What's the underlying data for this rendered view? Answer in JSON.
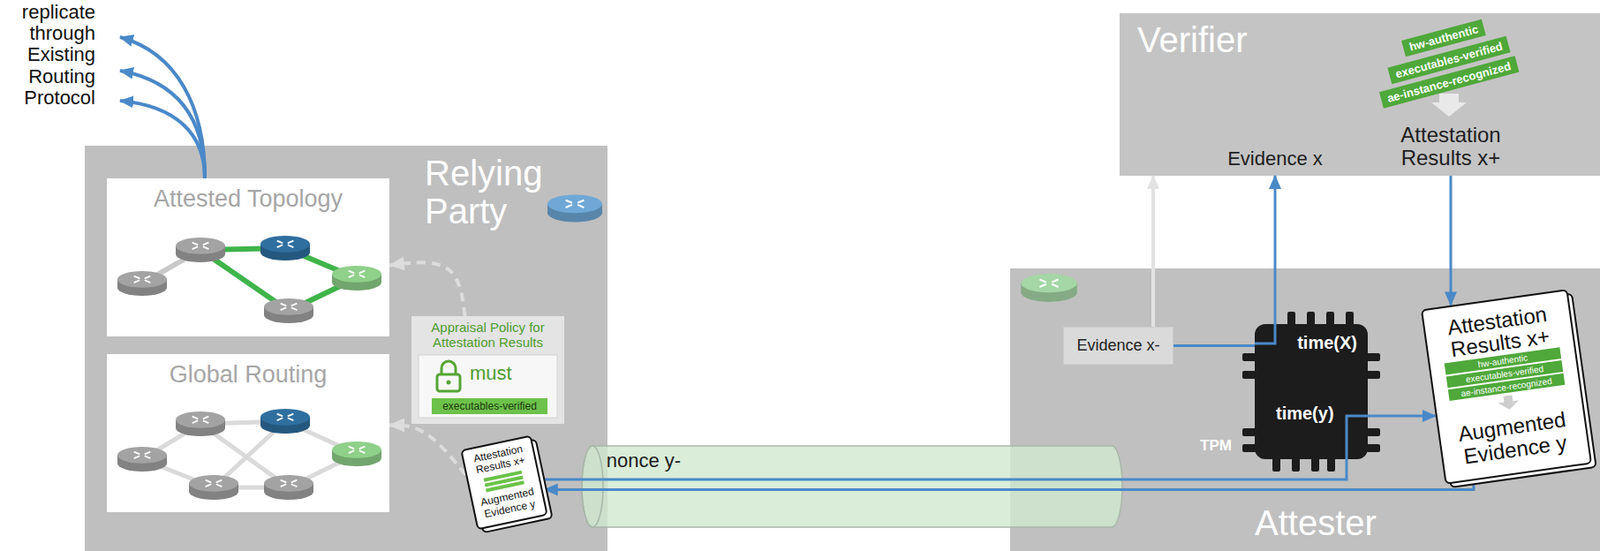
{
  "diagram": {
    "nodes": [
      {
        "text": [
          "Relying Party"
        ]
      },
      {
        "text": [
          "Attested Topology"
        ],
        "in": 0
      },
      {
        "text": [
          "Global Routing"
        ],
        "in": 0
      },
      {
        "text": [
          "Appraisal Policy for Attestation Results",
          "must"
        ],
        "in": 0
      },
      {
        "text": [
          "executables-verified"
        ],
        "in": 3
      },
      {
        "text": [
          "Attestation Results x+",
          "Augmented Evidence y"
        ],
        "in": 0
      },
      {
        "text": [
          "Verifier"
        ]
      },
      {
        "text": [
          "hw-authentic"
        ],
        "in": 6
      },
      {
        "text": [
          "executables-verified"
        ],
        "in": 6
      },
      {
        "text": [
          "ae-instance-recognized"
        ],
        "in": 6
      },
      {
        "text": [
          "Attester"
        ]
      },
      {
        "text": [
          "Evidence x-"
        ],
        "in": 10
      },
      {
        "text": [
          "time(X)",
          "time(y)",
          "TPM"
        ],
        "in": 10
      },
      {
        "text": [
          "Attestation Results x+",
          "Augmented Evidence y"
        ],
        "in": 10
      },
      {
        "text": [
          "hw-authentic"
        ],
        "in": 13
      },
      {
        "text": [
          "executables-verified"
        ],
        "in": 13
      },
      {
        "text": [
          "ae-instance-recognized"
        ],
        "in": 13
      }
    ],
    "edges": [
      {
        "from": 3,
        "to": 1,
        "arrow": "to"
      },
      {
        "from": 5,
        "to": 2,
        "arrow": "to"
      },
      {
        "from": 11,
        "to": 6,
        "arrow": "to"
      },
      {
        "from": 11,
        "to": 12,
        "arrow": "none"
      },
      {
        "from": 12,
        "to": 6,
        "arrow": "to",
        "label": "Evidence x"
      },
      {
        "from": 6,
        "to": 13,
        "arrow": "to",
        "label": "Attestation Results x+"
      },
      {
        "from": 12,
        "to": 13,
        "arrow": "to"
      },
      {
        "from": 5,
        "to": 12,
        "arrow": "none",
        "label": "nonce y-"
      },
      {
        "from": 13,
        "to": 5,
        "arrow": "to"
      }
    ],
    "labels": [
      "replicate through Existing Routing Protocol"
    ]
  }
}
